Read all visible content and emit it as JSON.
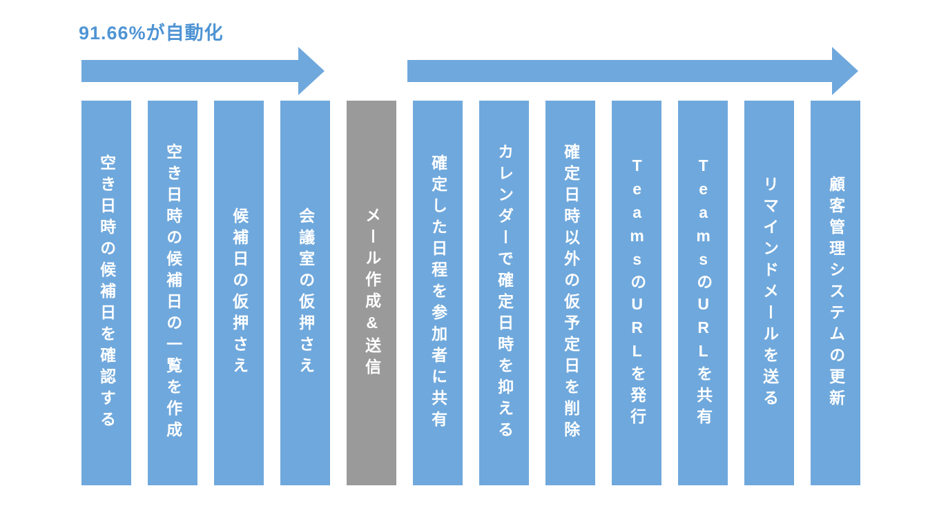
{
  "title": {
    "text": "91.66%が自動化"
  },
  "colors": {
    "accent_blue": "#6fa8dc",
    "title_blue": "#4f94d4",
    "manual_gray": "#9a9a9a",
    "step_text": "#ffffff",
    "background": "#ffffff"
  },
  "icons": {
    "automation_arrow_left": "right-arrow",
    "automation_arrow_right": "right-arrow"
  },
  "steps": [
    {
      "label": "空き日時の候補日を確認する",
      "automated": true
    },
    {
      "label": "空き日時の候補日の一覧を作成",
      "automated": true
    },
    {
      "label": "候補日の仮押さえ",
      "automated": true
    },
    {
      "label": "会議室の仮押さえ",
      "automated": true
    },
    {
      "label": "メール作成&送信",
      "automated": false
    },
    {
      "label": "確定した日程を参加者に共有",
      "automated": true
    },
    {
      "label": "カレンダーで確定日時を抑える",
      "automated": true
    },
    {
      "label": "確定日時以外の仮予定日を削除",
      "automated": true
    },
    {
      "label": "TeamsのURLを発行",
      "automated": true
    },
    {
      "label": "TeamsのURLを共有",
      "automated": true
    },
    {
      "label": "リマインドメールを送る",
      "automated": true
    },
    {
      "label": "顧客管理システムの更新",
      "automated": true
    }
  ]
}
